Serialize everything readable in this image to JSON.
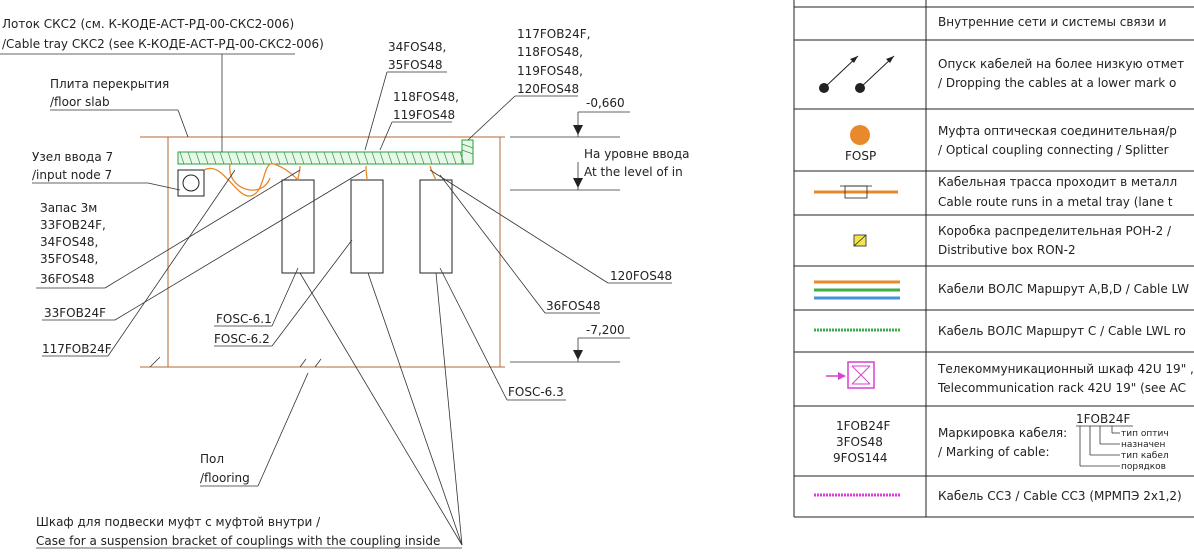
{
  "drawing": {
    "tray_label_ru": "Лоток СКС2 (см. К-КОДЕ-АСТ-РД-00-СКС2-006)",
    "tray_label_en": "/Cable tray СКС2 (see  К-КОДЕ-АСТ-РД-00-СКС2-006)",
    "slab_ru": "Плита перекрытия",
    "slab_en": "/floor slab",
    "node_ru": "Узел ввода 7",
    "node_en": "/input node 7",
    "reserve": [
      "Запас 3м",
      "33FOB24F,",
      "34FOS48,",
      "35FOS48,",
      "36FOS48"
    ],
    "top_labels_a": [
      "34FOS48,",
      "35FOS48"
    ],
    "top_labels_b": [
      "118FOS48,",
      "119FOS48"
    ],
    "top_labels_c": [
      "117FOB24F,",
      "118FOS48,",
      "119FOS48,",
      "120FOS48"
    ],
    "level_top": "-0,660",
    "level_bottom": "-7,200",
    "entry_ru": "На уровне ввода",
    "entry_en": "At the level of in",
    "lbl_33": "33FOB24F",
    "lbl_117": "117FOB24F",
    "lbl_120": "120FOS48",
    "lbl_36": "36FOS48",
    "fosc1": "FOSC-6.1",
    "fosc2": "FOSC-6.2",
    "fosc3": "FOSC-6.3",
    "floor_ru": "Пол",
    "floor_en": "/flooring",
    "case_ru": "Шкаф для подвески муфт с муфтой внутри /",
    "case_en": "Case for a suspension bracket of couplings with the coupling inside"
  },
  "legend": {
    "rows": [
      {
        "text": [
          "Внутренние сети и системы связи и"
        ]
      },
      {
        "text": [
          "Опуск кабелей на более низкую отмет",
          "/ Dropping the cables at a lower mark o"
        ]
      },
      {
        "symbol_label": "FOSP",
        "text": [
          "Муфта оптическая соединительная/р",
          "/ Optical coupling connecting / Splitter"
        ]
      },
      {
        "text": [
          "Кабельная трасса проходит в металл",
          "Cable route runs in a metal tray  (lane t"
        ]
      },
      {
        "text": [
          "Коробка распределительная РОН-2 /",
          "Distributive box RON-2"
        ]
      },
      {
        "text": [
          "Кабели ВОЛС Маршрут А,В,D / Cable LW"
        ]
      },
      {
        "text": [
          "Кабель ВОЛС Маршрут С / Cable LWL ro"
        ]
      },
      {
        "text": [
          "Телекоммуникационный шкаф 42U 19\" ,",
          "Telecommunication rack 42U 19\" (see AC"
        ]
      },
      {
        "symbol_lines": [
          "1FOB24F",
          "3FOS48",
          "9FOS144"
        ],
        "text": [
          "Маркировка кабеля:",
          "/ Marking of cable:"
        ],
        "marking_code": "1FOB24F",
        "marking_notes": [
          "тип оптич",
          "назначен",
          "тип кабел",
          "порядков"
        ]
      },
      {
        "text": [
          "Кабель СС3 / Cable СС3  (МРМПЭ 2х1,2)"
        ]
      }
    ]
  },
  "colors": {
    "orange": "#e8892b",
    "green": "#3fae49",
    "blue": "#4a90d9",
    "magenta": "#d93fd1",
    "wall": "#b06a3a"
  }
}
